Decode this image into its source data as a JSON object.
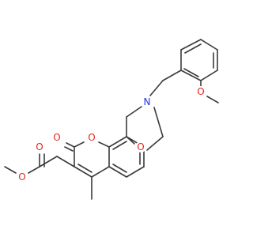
{
  "atoms": {
    "o_ester_carbonyl": {
      "label": "O",
      "color": "#e8251d"
    },
    "o_ester_methoxy": {
      "label": "O",
      "color": "#e8251d"
    },
    "o_lactone_carbonyl": {
      "label": "O",
      "color": "#e8251d"
    },
    "o_lactone_ring": {
      "label": "O",
      "color": "#e8251d"
    },
    "o_oxazine_ring": {
      "label": "O",
      "color": "#e8251d"
    },
    "n_oxazine": {
      "label": "N",
      "color": "#2430e0"
    },
    "o_aryl_methoxy": {
      "label": "O",
      "color": "#e8251d"
    }
  },
  "bond_color": "#3a3a3a"
}
